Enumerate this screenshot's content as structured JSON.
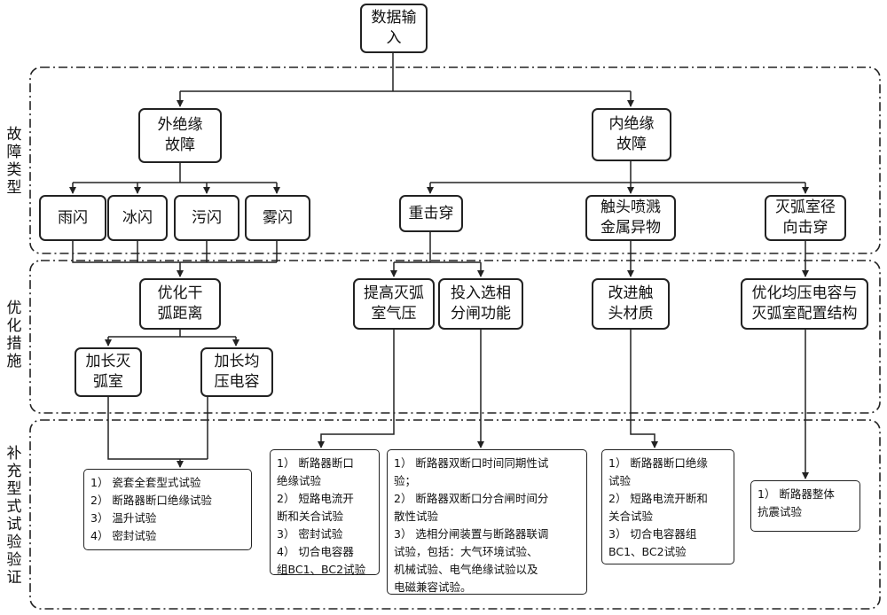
{
  "diagram": {
    "root": "数据输\n入",
    "sections": {
      "fault_types": "故\n障\n类\n型",
      "measures": "优\n化\n措\n施",
      "verification": "补\n充\n型\n式\n试\n验\n验\n证"
    },
    "categories": {
      "external": "外绝缘\n故障",
      "internal": "内绝缘\n故障"
    },
    "faults": {
      "rain": "雨闪",
      "ice": "冰闪",
      "pollution": "污闪",
      "fog": "雾闪",
      "restrike": "重击穿",
      "contact_splash": "触头喷溅\n金属异物",
      "radial_breakdown": "灭弧室径\n向击穿"
    },
    "measures": {
      "dry_arc": "优化干\n弧距离",
      "raise_pressure": "提高灭弧\n室气压",
      "phase_select": "投入选相\n分闸功能",
      "contact_material": "改进触\n头材质",
      "grading_cap": "优化均压电容与\n灭弧室配置结构",
      "lengthen_chamber": "加长灭\n弧室",
      "lengthen_cap": "加长均\n压电容"
    },
    "tests": {
      "t1": "1） 瓷套全套型式试验\n2） 断路器断口绝缘试验\n3） 温升试验\n4） 密封试验",
      "t2": "1） 断路器断口\n绝缘试验\n2） 短路电流开\n断和关合试验\n3） 密封试验\n4） 切合电容器\n组BC1、BC2试验",
      "t3": "1） 断路器双断口时间同期性试\n验；\n2） 断路器双断口分合闸时间分\n散性试验\n3） 选相分闸装置与断路器联调\n试验，包括：大气环境试验、\n机械试验、电气绝缘试验以及\n电磁兼容试验。",
      "t4": "1） 断路器断口绝缘\n试验\n2） 短路电流开断和\n关合试验\n3） 切合电容器组\nBC1、BC2试验",
      "t5": "1） 断路器整体\n抗震试验"
    }
  }
}
